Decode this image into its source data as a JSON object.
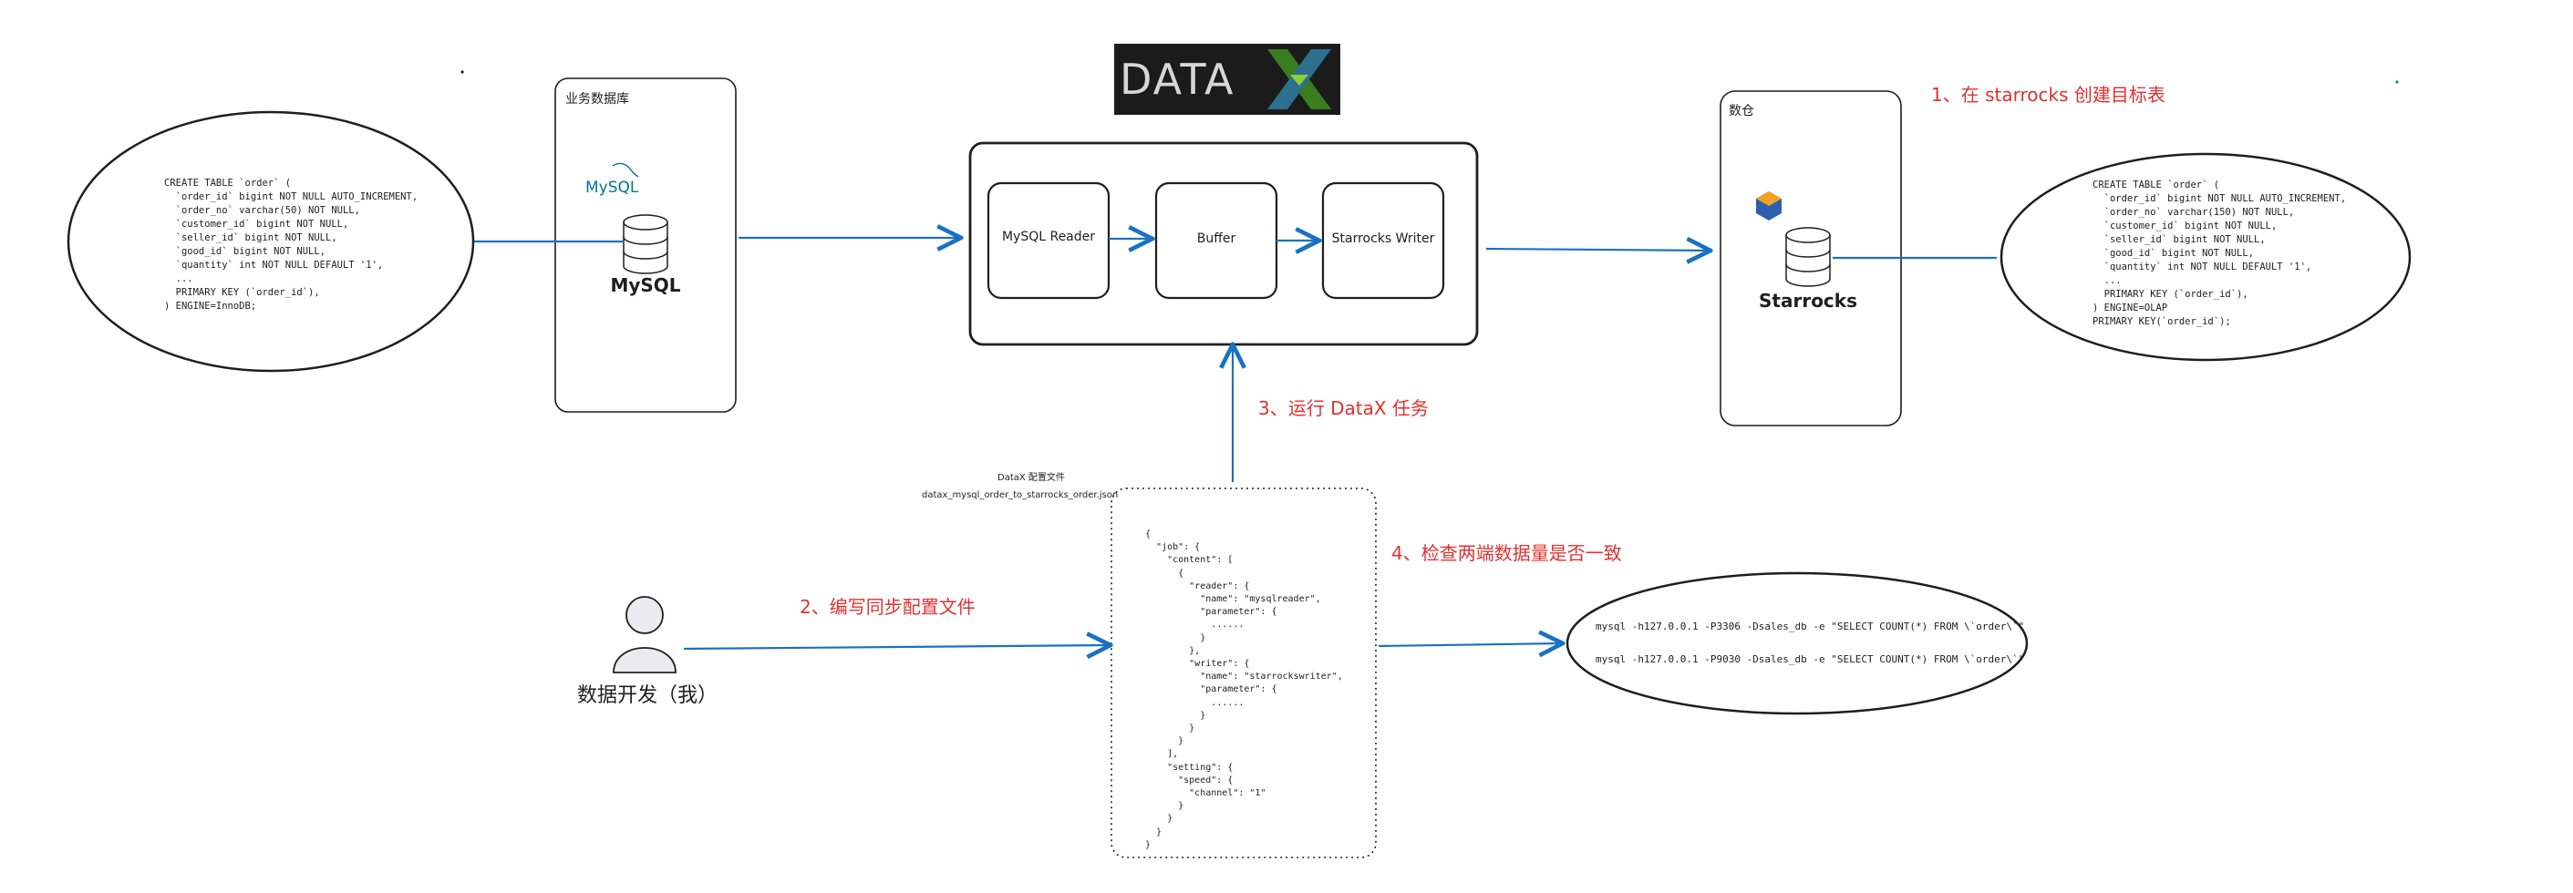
{
  "colors": {
    "arrow": "#1971c2",
    "annotation": "#e03131",
    "stroke": "#1e1e1e"
  },
  "business_db": {
    "title": "业务数据库",
    "logo_text": "MySQL",
    "db_label": "MySQL"
  },
  "warehouse": {
    "title": "数仓",
    "db_label": "Starrocks"
  },
  "mysql_ddl": "CREATE TABLE `order` (\n  `order_id` bigint NOT NULL AUTO_INCREMENT,\n  `order_no` varchar(50) NOT NULL,\n  `customer_id` bigint NOT NULL,\n  `seller_id` bigint NOT NULL,\n  `good_id` bigint NOT NULL,\n  `quantity` int NOT NULL DEFAULT '1',\n  ...\n  PRIMARY KEY (`order_id`),\n) ENGINE=InnoDB;",
  "starrocks_ddl": "CREATE TABLE `order` (\n  `order_id` bigint NOT NULL AUTO_INCREMENT,\n  `order_no` varchar(150) NOT NULL,\n  `customer_id` bigint NOT NULL,\n  `seller_id` bigint NOT NULL,\n  `good_id` bigint NOT NULL,\n  `quantity` int NOT NULL DEFAULT '1',\n  ...\n  PRIMARY KEY (`order_id`),\n) ENGINE=OLAP\nPRIMARY KEY(`order_id`);",
  "datax": {
    "logo_text": "DATA",
    "stages": [
      "MySQL Reader",
      "Buffer",
      "Starrocks Writer"
    ]
  },
  "config_file": {
    "caption": "DataX 配置文件",
    "filename": "datax_mysql_order_to_starrocks_order.json",
    "content": "{\n  \"job\": {\n    \"content\": [\n      {\n        \"reader\": {\n          \"name\": \"mysqlreader\",\n          \"parameter\": {\n            ......\n          }\n        },\n        \"writer\": {\n          \"name\": \"starrockswriter\",\n          \"parameter\": {\n            ......\n          }\n        }\n      }\n    ],\n    \"setting\": {\n      \"speed\": {\n        \"channel\": \"1\"\n      }\n    }\n  }\n}"
  },
  "developer": {
    "label": "数据开发（我）"
  },
  "verify_commands": [
    "mysql -h127.0.0.1 -P3306 -Dsales_db -e \"SELECT COUNT(*) FROM \\`order\\`\"",
    "mysql -h127.0.0.1 -P9030 -Dsales_db -e \"SELECT COUNT(*) FROM \\`order\\`\""
  ],
  "steps": {
    "step1": "1、在 starrocks 创建目标表",
    "step2": "2、编写同步配置文件",
    "step3": "3、运行 DataX 任务",
    "step4": "4、检查两端数据量是否一致"
  }
}
